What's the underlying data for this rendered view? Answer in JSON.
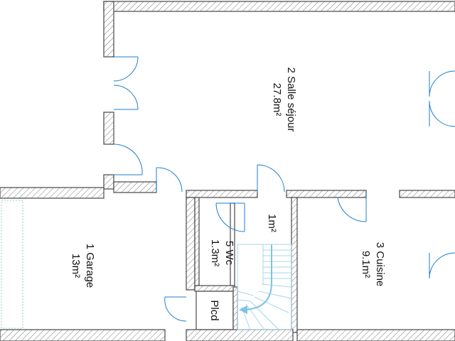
{
  "rooms": [
    {
      "id": "salle-sejour",
      "name": "2 Salle séjour",
      "area": "27.8m²"
    },
    {
      "id": "garage",
      "name": "1 Garage",
      "area": "13m²"
    },
    {
      "id": "wc",
      "name": "5 Wc",
      "area": "1.3m²"
    },
    {
      "id": "cuisine",
      "name": "3 Cuisine",
      "area": "9.1m²"
    },
    {
      "id": "hall",
      "area": "1m²"
    },
    {
      "id": "placard",
      "name": "Plcd"
    }
  ],
  "colors": {
    "wall": "#555555",
    "door": "#1d7fd1",
    "stair": "#a9d5ea",
    "stair-arrow": "#7cc3e6",
    "background": "#ffffff"
  }
}
